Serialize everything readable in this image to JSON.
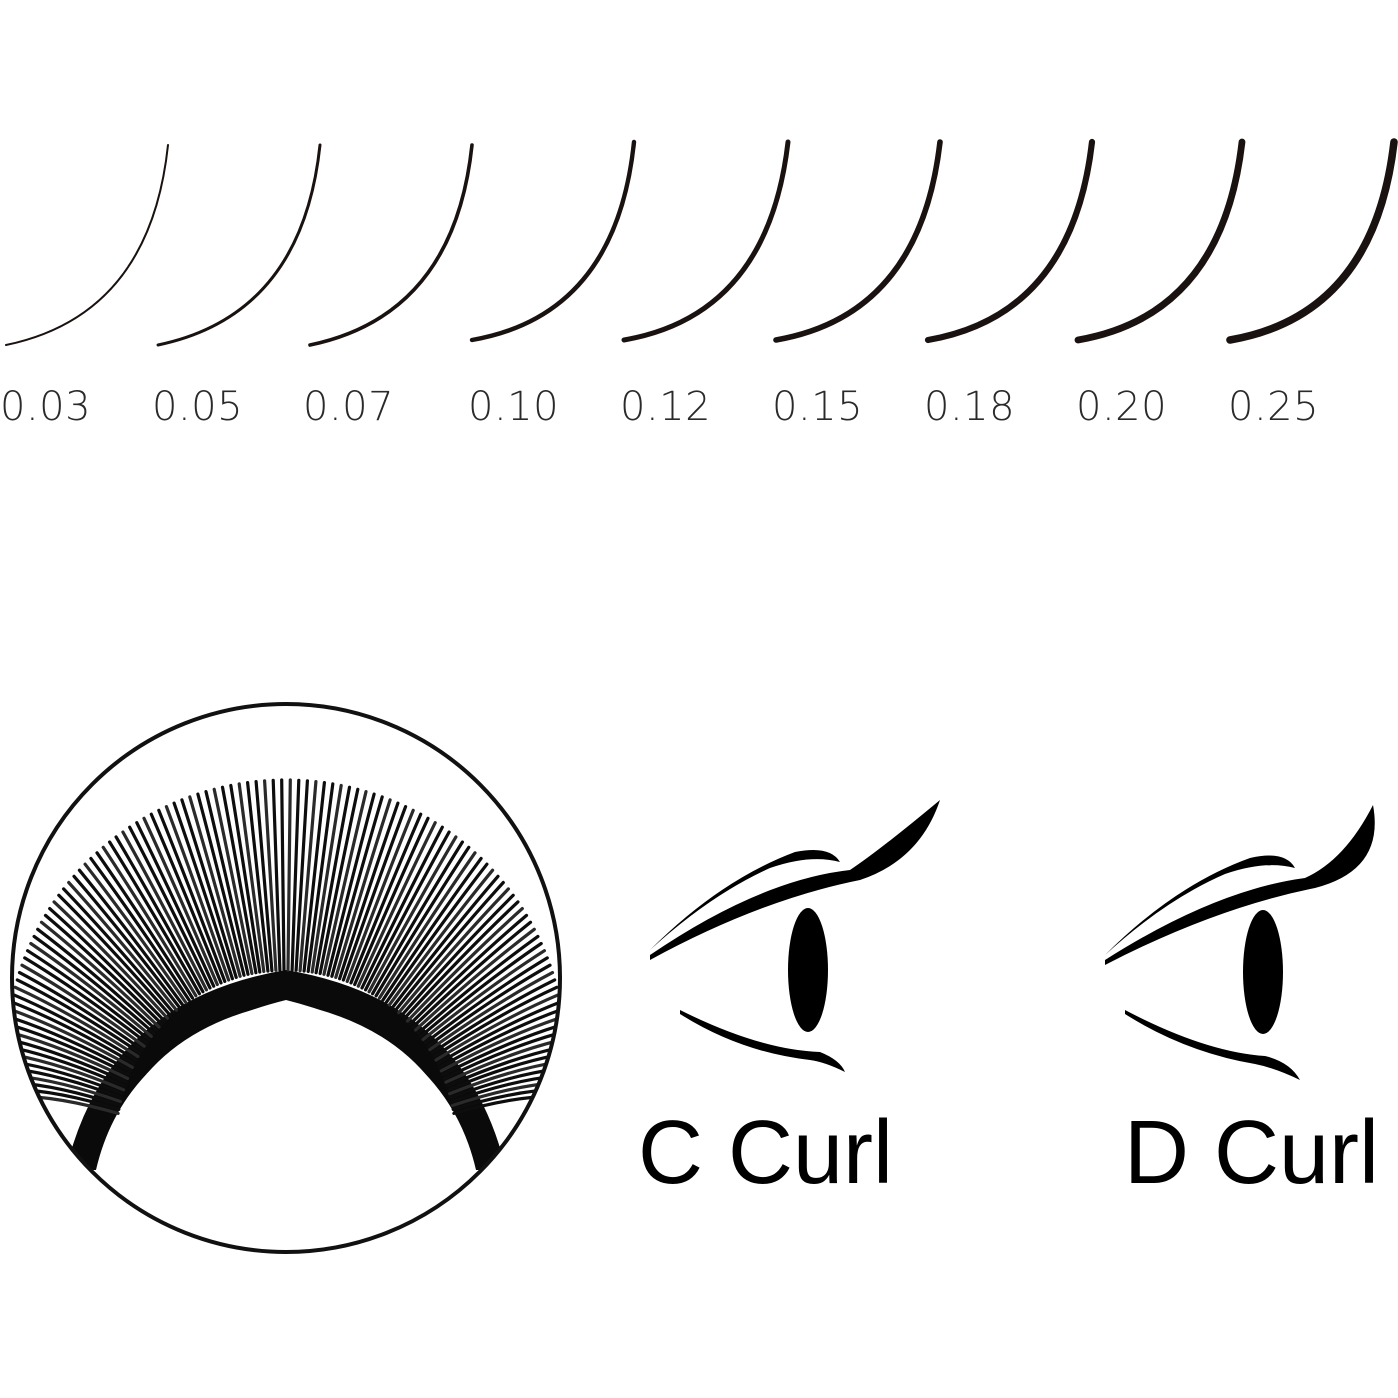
{
  "thickness_options": [
    "0.03",
    "0.05",
    "0.07",
    "0.10",
    "0.12",
    "0.15",
    "0.18",
    "0.20",
    "0.25"
  ],
  "curl_types": [
    {
      "label": "C Curl"
    },
    {
      "label": "D Curl"
    }
  ],
  "colors": {
    "lash": "#1a1210",
    "label_text": "#2a2a2a",
    "background": "#ffffff"
  }
}
